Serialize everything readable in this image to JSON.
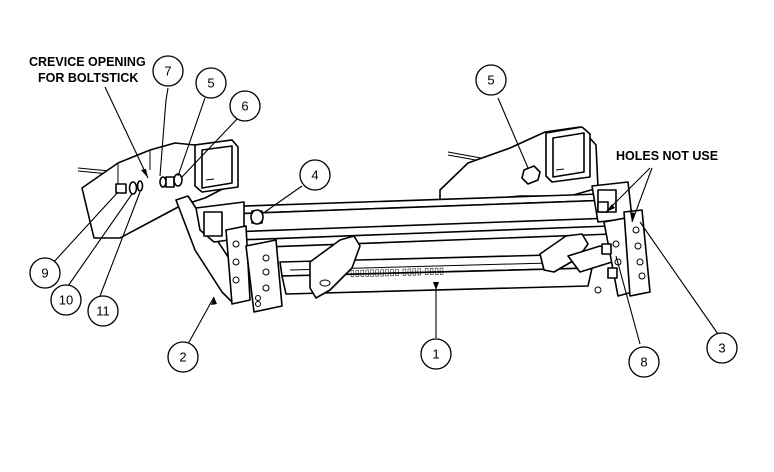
{
  "notes": {
    "crevice_line1": "CREVICE OPENING",
    "crevice_line2": "FOR BOLTSTICK",
    "holes": "HOLES NOT USE"
  },
  "callouts": [
    "1",
    "2",
    "3",
    "4",
    "5",
    "5",
    "6",
    "7",
    "8",
    "9",
    "10",
    "11"
  ],
  "crossbar_stamp": "[stamped lettering, illegible]"
}
